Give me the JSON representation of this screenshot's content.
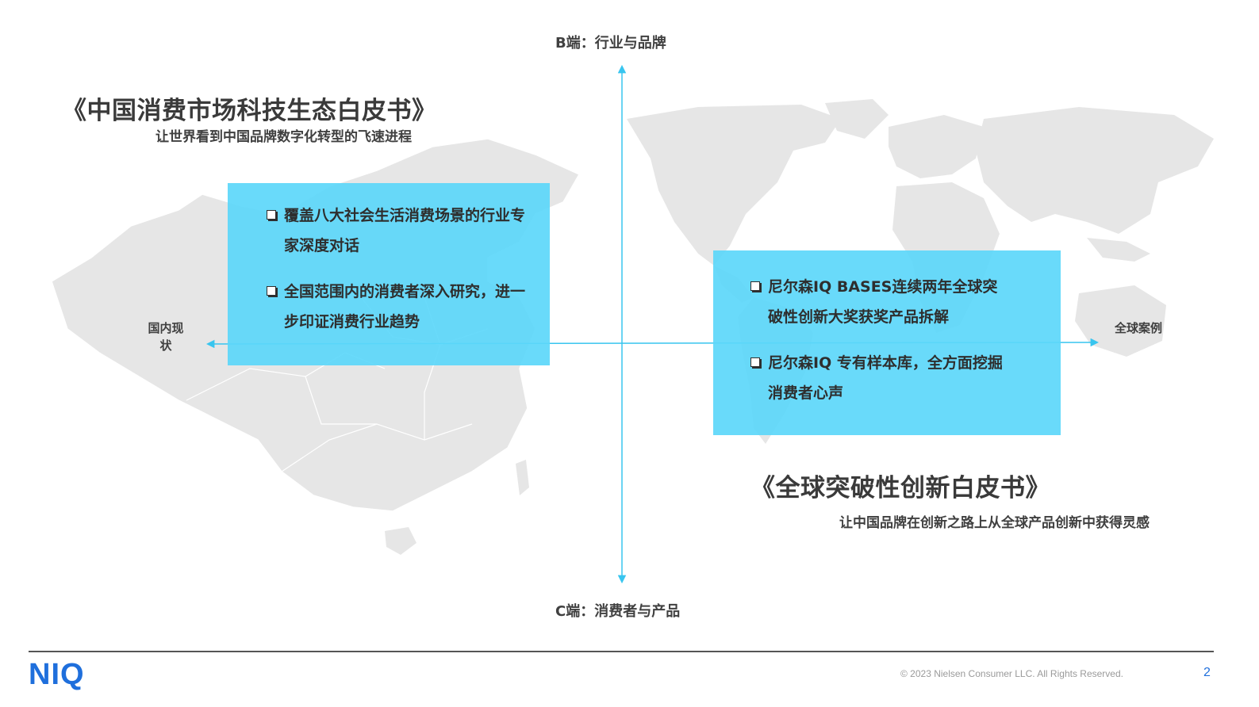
{
  "axis": {
    "top_label": "B端：行业与品牌",
    "bottom_label": "C端：消费者与产品",
    "left_label": "国内现状",
    "right_label": "全球案例",
    "color": "#38c5ef"
  },
  "left_panel": {
    "title": "《中国消费市场科技生态白皮书》",
    "subtitle": "让世界看到中国品牌数字化转型的飞速进程",
    "bullets": [
      "覆盖八大社会生活消费场景的行业专家深度对话",
      "全国范围内的消费者深入研究，进一步印证消费行业趋势"
    ]
  },
  "right_panel": {
    "title": "《全球突破性创新白皮书》",
    "subtitle": "让中国品牌在创新之路上从全球产品创新中获得灵感",
    "bullets": [
      "尼尔森IQ BASES连续两年全球突破性创新大奖获奖产品拆解",
      "尼尔森IQ 专有样本库，全方面挖掘消费者心声"
    ]
  },
  "colors": {
    "box_fill": "#5cd7fa",
    "map_fill": "#e6e6e6",
    "brand_blue": "#1f6fdc"
  },
  "footer": {
    "logo": "NIQ",
    "copyright": "© 2023 Nielsen Consumer LLC. All Rights Reserved.",
    "page_number": "2"
  }
}
